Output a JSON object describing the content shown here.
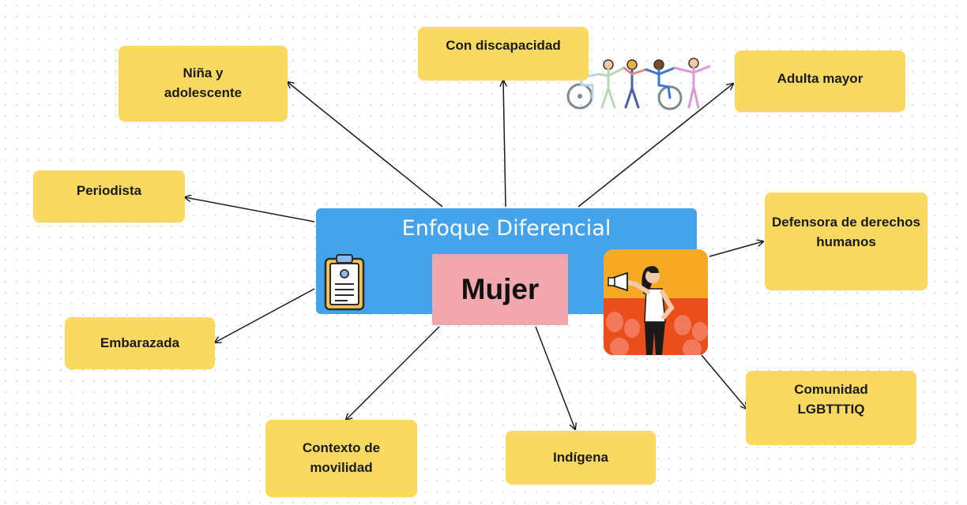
{
  "central": {
    "title": "Enfoque Diferencial",
    "subject": "Mujer"
  },
  "nodes": {
    "nina": "Niña y adolescente",
    "discapacidad": "Con discapacidad",
    "adulta": "Adulta mayor",
    "periodista": "Periodista",
    "defensora": "Defensora de derechos humanos",
    "embarazada": "Embarazada",
    "lgbt": "Comunidad LGBTTTIQ",
    "movilidad": "Contexto de movilidad",
    "indigena": "Indígena"
  },
  "colors": {
    "card": "#fad960",
    "central": "#44a3ea",
    "subject": "#f2a6ad",
    "arrow": "#1a1a1a"
  },
  "icons": [
    "clipboard-icon",
    "people-holding-hands-illustration",
    "woman-megaphone-illustration"
  ]
}
